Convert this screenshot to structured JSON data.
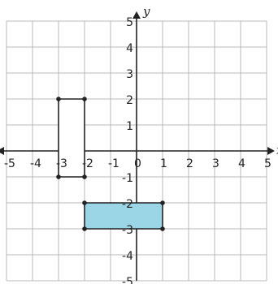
{
  "axes": {
    "x_label": "x",
    "y_label": "y",
    "x_range": [
      -5,
      5
    ],
    "y_range": [
      -5,
      5
    ],
    "grid": true,
    "x_tick_labels": [
      "-5",
      "-4",
      "-3",
      "-2",
      "-1",
      "0",
      "1",
      "2",
      "3",
      "4",
      "5"
    ],
    "y_tick_labels": [
      "5",
      "4",
      "3",
      "2",
      "1",
      "-1",
      "-2",
      "-3",
      "-4",
      "-5"
    ]
  },
  "shapes": [
    {
      "id": "tall-rectangle",
      "vertices": [
        [
          -3,
          2
        ],
        [
          -2,
          2
        ],
        [
          -2,
          -1
        ],
        [
          -3,
          -1
        ]
      ],
      "fill": "#ffffff",
      "stroke": "#222222"
    },
    {
      "id": "wide-rectangle",
      "vertices": [
        [
          -2,
          -2
        ],
        [
          1,
          -2
        ],
        [
          1,
          -3
        ],
        [
          -2,
          -3
        ]
      ],
      "fill": "#9bd6e6",
      "stroke": "#222222"
    }
  ],
  "colors": {
    "grid": "#b9b9b9",
    "axis": "#222222",
    "highlight_fill": "#9bd6e6"
  }
}
